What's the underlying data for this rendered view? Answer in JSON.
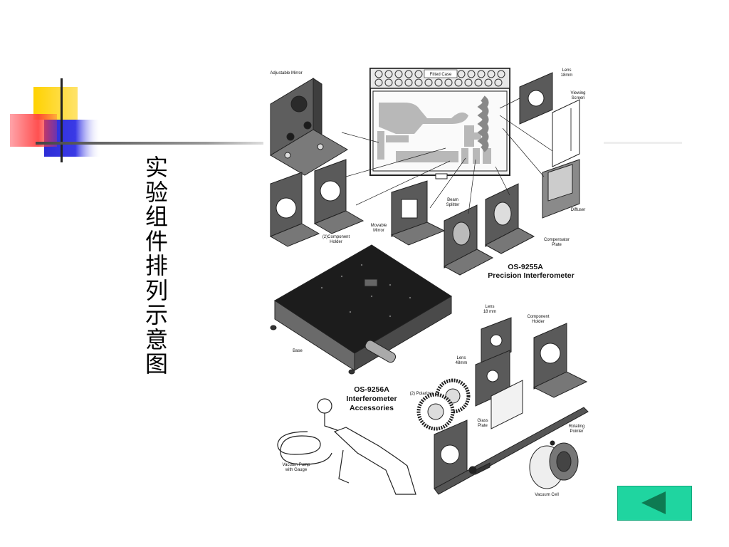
{
  "slide": {
    "title_vertical": "实验组件排列示意图"
  },
  "figure": {
    "labels": {
      "adjustable_mirror": "Adjustable\nMirror",
      "fitted_case": "Fitted Case",
      "lens_18mm_top": "Lens\n18mm",
      "viewing_screen": "Viewing\nScreen",
      "diffuser": "Diffuser",
      "component_holder_2": "(2)Component\nHolder",
      "movable_mirror": "Movable\nMirror",
      "beam_splitter": "Beam\nSplitter",
      "compensator_plate": "Compensator\nPlate",
      "base": "Base",
      "lens_18mm_bottom": "Lens\n18 mm",
      "component_holder": "Component\nHolder",
      "lens_48mm": "Lens\n48mm",
      "polarizer_2": "(2) Polarizer",
      "glass_plate": "Glass\nPlate",
      "rotating_pointer": "Rotating\nPointer",
      "vacuum_pump": "Vacuum Pump\nwith Gauge",
      "vacuum_cell": "Vacuum Cell"
    },
    "heading_9255": [
      "OS-9255A",
      "Precision Interferometer"
    ],
    "heading_9256": [
      "OS-9256A",
      "Interferometer",
      "Accessories"
    ]
  },
  "nav": {
    "back_icon": "triangle-left-icon",
    "colors": {
      "button": "#1fd5a0",
      "arrow": "#0e7a52"
    }
  },
  "colors": {
    "deco_yellow": "#ffd200",
    "deco_red": "#ff4a4a",
    "deco_blue": "#2c2cd6",
    "rule": "#555555"
  }
}
